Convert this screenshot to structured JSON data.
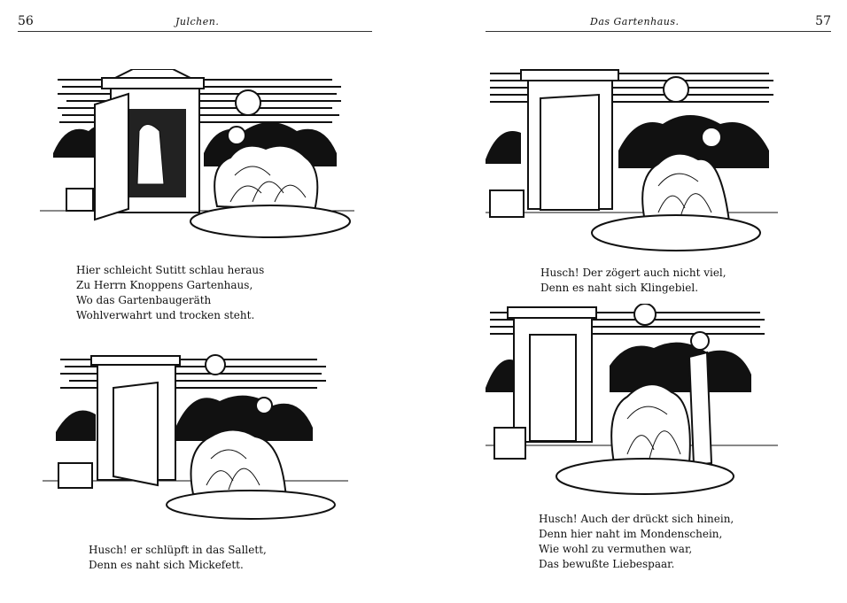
{
  "left_page": {
    "page_number": "56",
    "running_title": "Julchen.",
    "verses": [
      [
        "Hier schleicht Sutitt schlau heraus",
        "Zu Herrn Knoppens Gartenhaus,",
        "Wo das Gartenbaugeräth",
        "Wohlverwahrt und trocken steht."
      ],
      [
        "Husch! er schlüpft in das Sallett,",
        "Denn es naht sich Mickefett."
      ]
    ]
  },
  "right_page": {
    "page_number": "57",
    "running_title": "Das Gartenhaus.",
    "verses": [
      [
        "Husch! Der zögert auch nicht viel,",
        "Denn es naht sich Klingebiel."
      ],
      [
        "Husch! Auch der drückt sich hinein,",
        "Denn hier naht im Mondenschein,",
        "Wie wohl zu vermuthen war,",
        "Das bewußte Liebespaar."
      ]
    ]
  }
}
